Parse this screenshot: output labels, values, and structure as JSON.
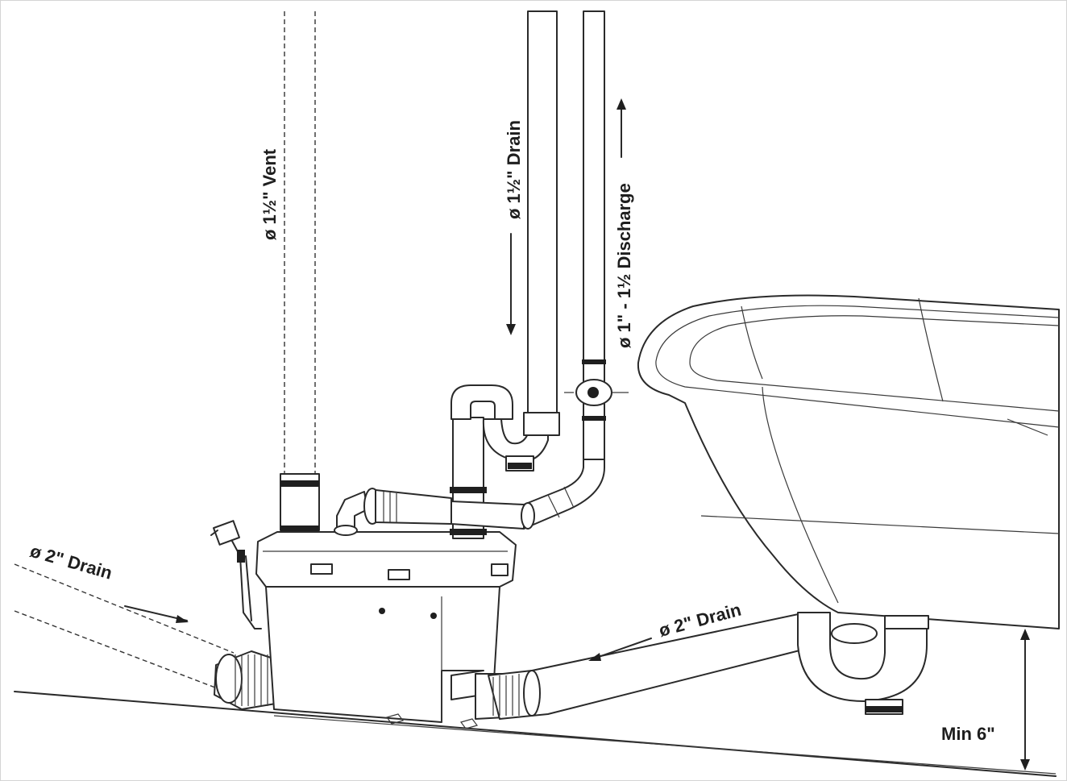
{
  "labels": {
    "vent": "ø 1½\" Vent",
    "drain_upper": "ø 1½\" Drain",
    "discharge": "ø 1\" - 1½ Discharge",
    "drain_left": "ø 2\" Drain",
    "drain_tub": "ø 2\" Drain",
    "min_height": "Min 6\""
  }
}
